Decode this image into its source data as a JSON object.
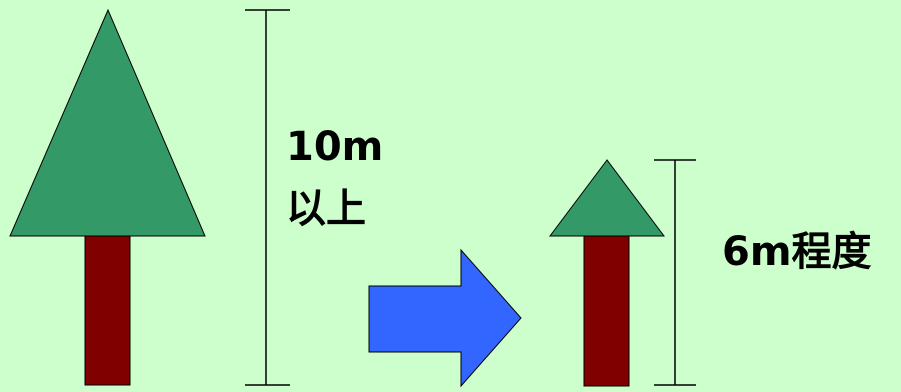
{
  "colors": {
    "background": "#ccffcc",
    "foliage": "#339966",
    "trunk": "#800000",
    "arrow": "#3366ff",
    "outline": "#000000"
  },
  "tall_tree": {
    "height_label_line1": "10m",
    "height_label_line2": "以上"
  },
  "short_tree": {
    "height_label": "6m程度"
  }
}
